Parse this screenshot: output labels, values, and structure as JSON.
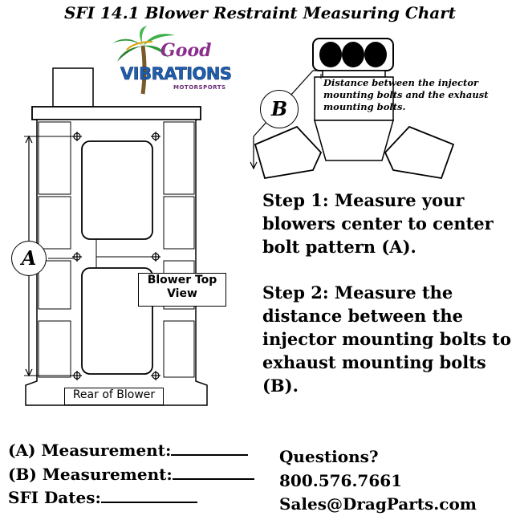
{
  "header": {
    "title": "SFI 14.1 Blower Restraint Measuring Chart"
  },
  "logo": {
    "word1": "Good",
    "word2": "VIBRATIONS",
    "word3": "MOTORSPORTS"
  },
  "diagram": {
    "top_view_label_line1": "Blower Top",
    "top_view_label_line2": "View",
    "rear_label": "Rear of Blower",
    "marker_a": "A",
    "marker_b": "B",
    "note_b": "Distance between the injector mounting bolts and the exhaust mounting bolts."
  },
  "steps": {
    "step1": "Step 1: Measure your blowers center to center bolt pattern (A).",
    "step2": "Step 2: Measure the distance between the injector mounting bolts to exhaust mounting bolts (B)."
  },
  "fields": {
    "a_label": "(A) Measurement:",
    "b_label": "(B) Measurement:",
    "dates_label": "SFI Dates:"
  },
  "contact": {
    "questions": "Questions?",
    "phone": "800.576.7661",
    "email": "Sales@DragParts.com"
  },
  "colors": {
    "logo_purple": "#8a2d8c",
    "logo_blue": "#1f5fb0",
    "palm_green": "#2e9a3a"
  }
}
